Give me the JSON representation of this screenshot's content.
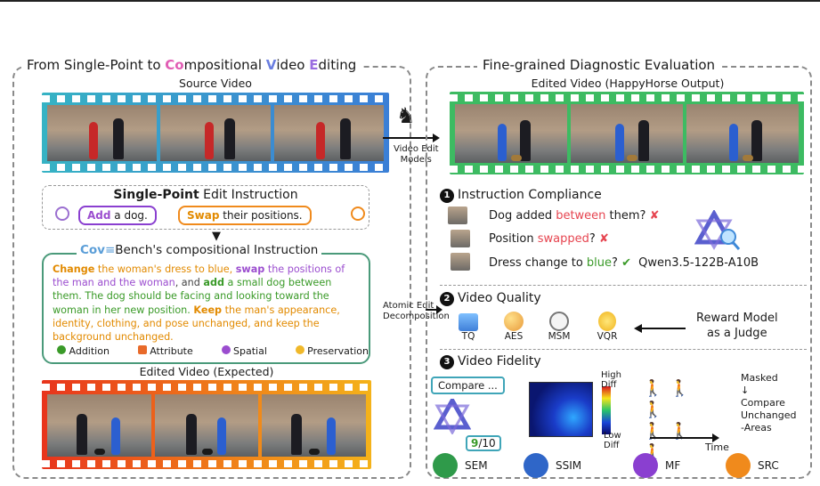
{
  "left_panel": {
    "title_parts": [
      {
        "t": "From Single-Point to "
      },
      {
        "t": "Co",
        "c": "#e15db4"
      },
      {
        "t": "mpositional "
      },
      {
        "t": "V",
        "c": "#6a7ee0"
      },
      {
        "t": "ideo "
      },
      {
        "t": "E",
        "c": "#9a6de0"
      },
      {
        "t": "diting"
      }
    ],
    "source_label": "Source Video",
    "single_point": {
      "title_bold": "Single-Point",
      "title_rest": " Edit Instruction"
    },
    "bubble_add": {
      "bold": "Add",
      "rest": " a dog."
    },
    "bubble_swap": {
      "bold": "Swap",
      "rest": " their positions."
    },
    "compositional_title": {
      "logo": "Cov",
      "logo2": "≡",
      "rest": "Bench's compositional Instruction"
    },
    "instruction": {
      "p1b": "Change",
      "p1": " the woman's dress to blue, ",
      "p2b": "swap",
      "p2": " the positions of the man and the woman",
      "p3": ", and ",
      "p4b": "add",
      "p4": " a small dog between them. The dog should be facing and looking toward the woman in her new position. ",
      "p5b": "Keep",
      "p5": " the man's appearance, identity, clothing, and pose unchanged, and keep the background unchanged."
    },
    "categories": [
      "Addition",
      "Attribute",
      "Spatial",
      "Preservation"
    ],
    "expected_label": "Edited Video (Expected)"
  },
  "middle": {
    "video_edit_models": [
      "Video Edit",
      "Models"
    ],
    "atomic": [
      "Atomic Edit",
      "Decomposition"
    ]
  },
  "right_panel": {
    "title": "Fine-grained Diagnostic Evaluation",
    "edited_label": "Edited Video (HappyHorse Output)",
    "sections": [
      {
        "num": "1",
        "title": "Instruction Compliance"
      },
      {
        "num": "2",
        "title": "Video Quality"
      },
      {
        "num": "3",
        "title": "Video Fidelity"
      }
    ],
    "compliance": [
      {
        "pre": "Dog added ",
        "hl": "between",
        "post": " them?",
        "mark": "✘"
      },
      {
        "pre": "Position ",
        "hl": "swapped",
        "post": "?",
        "mark": "✘"
      },
      {
        "pre": "Dress change to ",
        "hl": "blue",
        "post": "?",
        "mark": "✔"
      }
    ],
    "judge_model": "Qwen3.5-122B-A10B",
    "quality_metrics": [
      "TQ",
      "AES",
      "MSM",
      "VQR"
    ],
    "reward_model": [
      "Reward Model",
      "as a Judge"
    ],
    "fidelity": {
      "compare": "Compare ...",
      "score_num": "9",
      "score_den": "/10",
      "colorbar_high": [
        "High",
        "Diff"
      ],
      "colorbar_low": [
        "Low",
        "Diff"
      ],
      "time_label": "Time",
      "masked_text": [
        "Masked",
        "↓",
        "Compare",
        "Unchanged",
        "-Areas"
      ],
      "metrics": [
        "SEM",
        "SSIM",
        "MF",
        "SRC"
      ]
    }
  },
  "colors": {
    "source_strip": "#3fa5c8",
    "output_strip": "#3dbb62",
    "expected_strip": "#e8531e",
    "compositional_border": "#4a9a7a"
  }
}
